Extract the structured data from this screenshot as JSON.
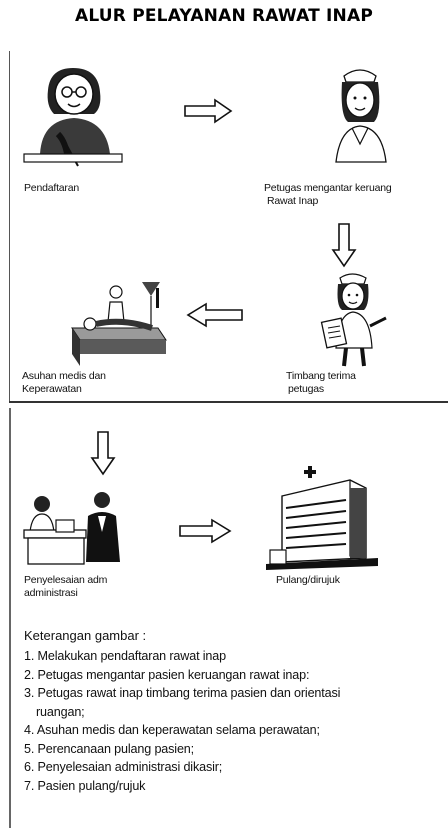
{
  "title": "ALUR PELAYANAN RAWAT INAP",
  "steps": [
    {
      "label_lines": [
        "Pendaftaran"
      ],
      "icon": "woman-writing-icon"
    },
    {
      "label_lines": [
        "Petugas mengantar keruang",
        "Rawat Inap"
      ],
      "icon": "nurse-icon"
    },
    {
      "label_lines": [
        "Timbang terima",
        "petugas"
      ],
      "icon": "nurse-clipboard-icon"
    },
    {
      "label_lines": [
        "Asuhan medis dan",
        "Keperawatan"
      ],
      "icon": "patient-bed-icon"
    },
    {
      "label_lines": [
        "Penyelesaian adm",
        "administrasi"
      ],
      "icon": "admin-desk-icon"
    },
    {
      "label_lines": [
        "Pulang/dirujuk"
      ],
      "icon": "hospital-building-icon"
    }
  ],
  "legend": {
    "heading": "Keterangan gambar :",
    "items": [
      "1. Melakukan pendaftaran rawat inap",
      "2. Petugas mengantar pasien keruangan rawat inap:",
      "3. Petugas rawat inap timbang terima pasien dan orientasi",
      "ruangan;",
      "4. Asuhan medis dan keperawatan selama perawatan;",
      "5. Perencanaan pulang pasien;",
      "6. Penyelesaian administrasi dikasir;",
      "7. Pasien pulang/rujuk"
    ]
  },
  "colors": {
    "line": "#111111",
    "skin_shade": "#555555",
    "paper": "#ffffff"
  }
}
